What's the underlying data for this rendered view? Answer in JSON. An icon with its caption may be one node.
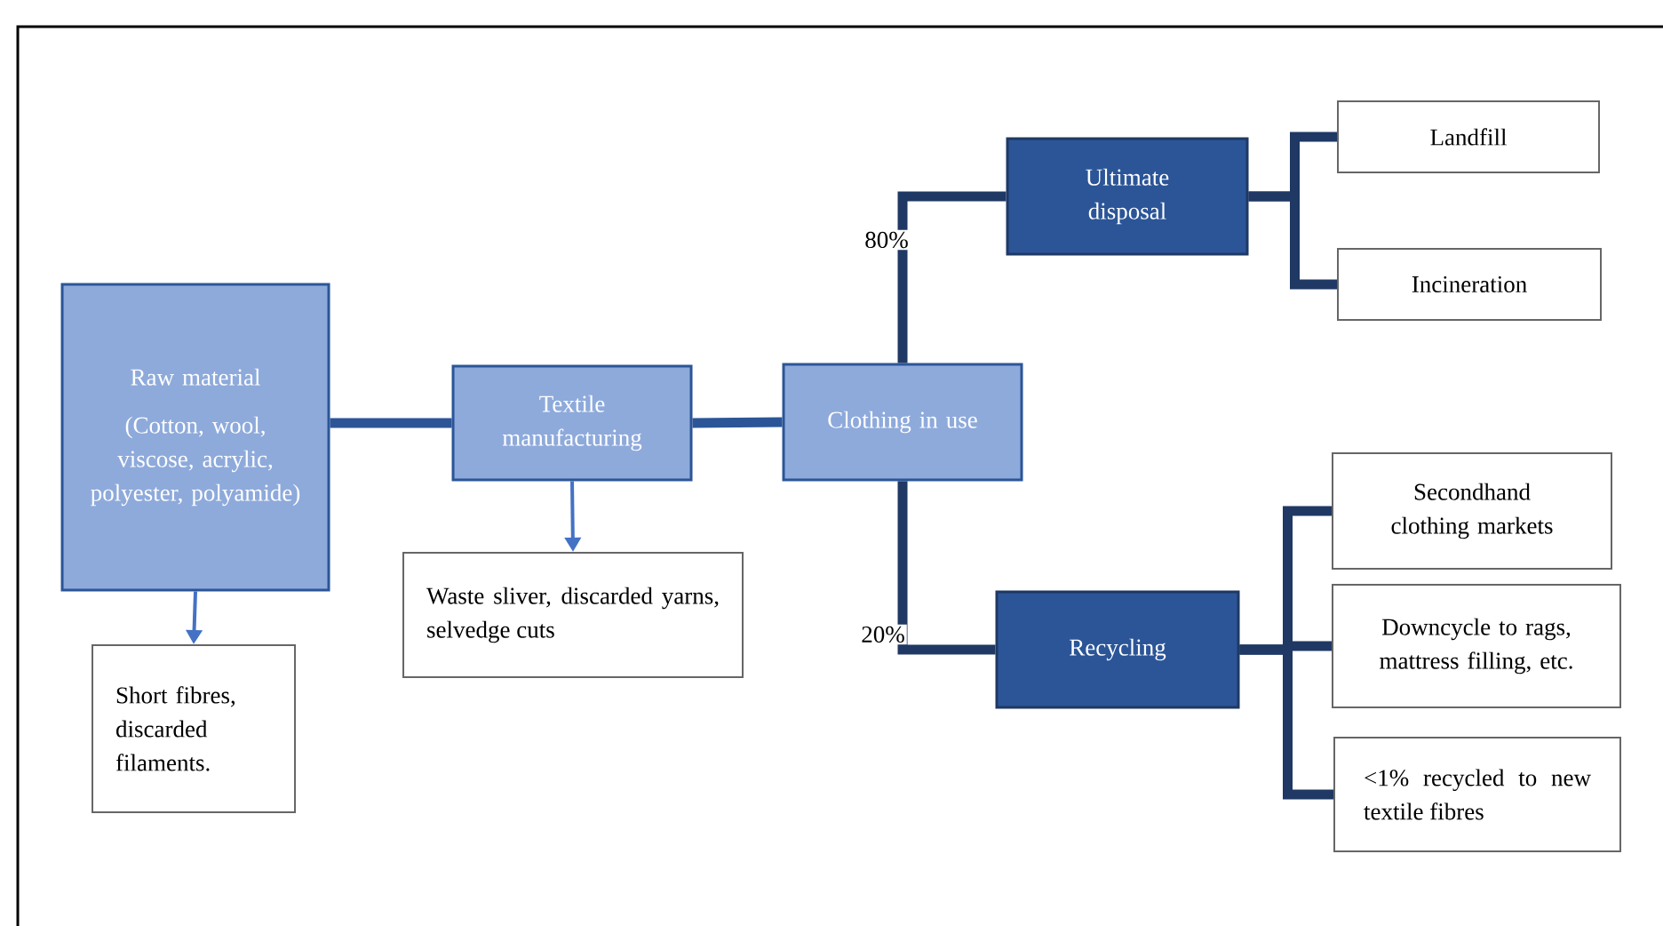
{
  "diagram": {
    "nodes": [
      {
        "text": [
          "Raw material",
          "(Cotton, wool, viscose, acrylic, polyester, polyamide)"
        ]
      },
      {
        "text": [
          "Textile manufacturing"
        ]
      },
      {
        "text": [
          "Clothing in use"
        ]
      },
      {
        "text": [
          "Ultimate disposal"
        ]
      },
      {
        "text": [
          "Landfill"
        ]
      },
      {
        "text": [
          "Incineration"
        ]
      },
      {
        "text": [
          "Recycling"
        ]
      },
      {
        "text": [
          "Secondhand clothing markets"
        ]
      },
      {
        "text": [
          "Downcycle to rags, mattress filling, etc."
        ]
      },
      {
        "text": [
          "<1% recycled to new textile fibres"
        ]
      },
      {
        "text": [
          "Short fibres, discarded filaments."
        ]
      },
      {
        "text": [
          "Waste sliver, discarded yarns, selvedge cuts"
        ]
      }
    ],
    "edges": [
      {
        "from": 0,
        "to": 1,
        "arrow": "none",
        "color": "#2b5597"
      },
      {
        "from": 1,
        "to": 2,
        "arrow": "none",
        "color": "#2b5597"
      },
      {
        "from": 2,
        "to": 3,
        "arrow": "none",
        "label": "80%"
      },
      {
        "from": 2,
        "to": 6,
        "arrow": "none",
        "label": "20%"
      },
      {
        "from": 3,
        "to": 4,
        "arrow": "none"
      },
      {
        "from": 3,
        "to": 5,
        "arrow": "none"
      },
      {
        "from": 6,
        "to": 7,
        "arrow": "none"
      },
      {
        "from": 6,
        "to": 8,
        "arrow": "none"
      },
      {
        "from": 6,
        "to": 9,
        "arrow": "none"
      },
      {
        "from": 0,
        "to": 10,
        "arrow": "to",
        "color": "#4472c4"
      },
      {
        "from": 1,
        "to": 11,
        "arrow": "to",
        "color": "#4472c4"
      }
    ]
  }
}
